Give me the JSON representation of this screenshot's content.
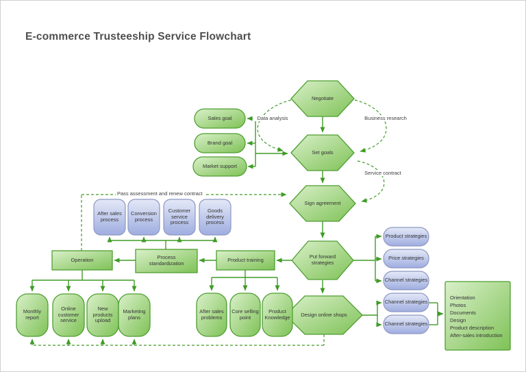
{
  "title": "E-commerce Trusteeship Service Flowchart",
  "nodes": {
    "negotiate": "Negotiate",
    "set_goals": "Set goals",
    "sign_agreement": "Sign agreement",
    "put_forward_strategies": "Put forward strategies",
    "design_online_shops": "Design online shops",
    "sales_goal": "Sales goal",
    "brand_goal": "Brand goal",
    "market_support": "Market support",
    "after_sales_process": "After sales process",
    "conversion_process": "Conversion process",
    "customer_service_process": "Customer service process",
    "goods_delivery_process": "Goods delivery process",
    "operation": "Operation",
    "process_standardization": "Process standardization",
    "product_training": "Product training",
    "monthly_report": "Monthly report",
    "online_customer_service": "Online customer service",
    "new_products_upload": "New products upload",
    "marketing_plans": "Marketing plans",
    "after_sales_problems": "After sales problems",
    "core_selling_point": "Core selling point",
    "product_knowledge": "Product Knowledge",
    "product_strategies": "Product strategies",
    "price_strategies": "Price strategies",
    "channel_strategies": "Channel strategies",
    "channel_strategies_2": "Channel strategies",
    "channel_strategies_3": "Channel strategies"
  },
  "labels": {
    "data_analysis": "Data analysis",
    "business_research": "Business research",
    "service_contract": "Service contract",
    "pass_assessment": "Pass assessment and renew contract"
  },
  "detail_box": {
    "lines": [
      "Orientation",
      "Photos",
      "Documents",
      "Design",
      "Product description",
      "After-sales introduction"
    ]
  },
  "colors": {
    "green_border": "#4e9e31",
    "green_fill_light": "#d9f0c9",
    "green_fill_dark": "#7fc257",
    "blue_border": "#8d97c3",
    "blue_fill_light": "#e4e9f7",
    "blue_fill_dark": "#9fade0",
    "connector": "#3f9b25",
    "text": "#333333",
    "title": "#4e4e4e"
  }
}
